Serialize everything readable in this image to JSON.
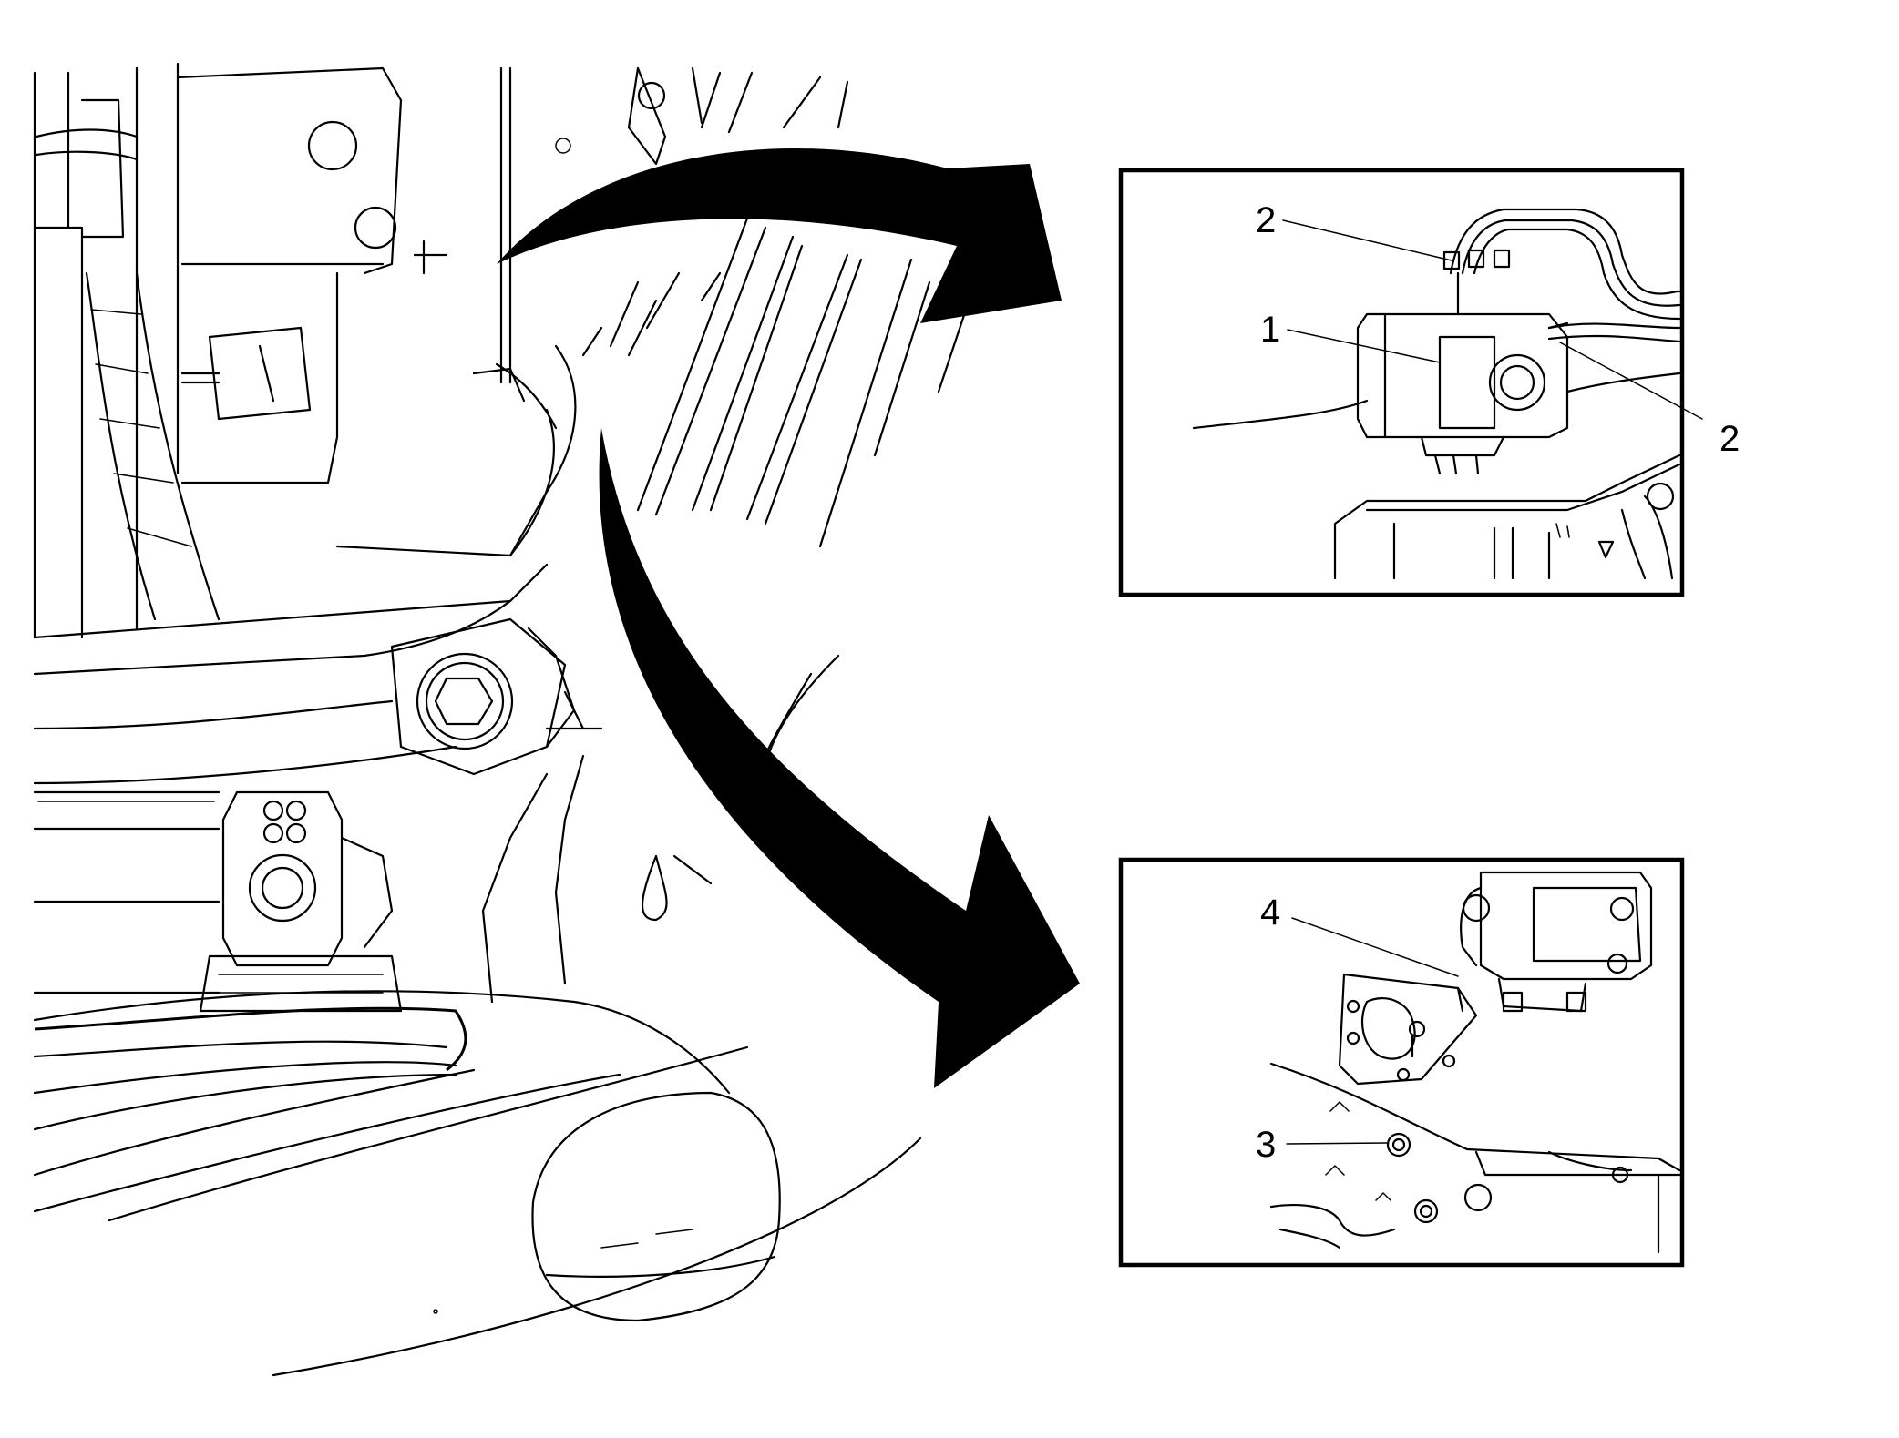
{
  "callouts": {
    "top": {
      "a": "2",
      "b": "1",
      "c": "2"
    },
    "bottom": {
      "a": "4",
      "b": "3"
    }
  },
  "icons": [
    "curved-arrow-icon",
    "curved-arrow-icon"
  ],
  "colors": {
    "line": "#000000",
    "background": "#ffffff"
  }
}
